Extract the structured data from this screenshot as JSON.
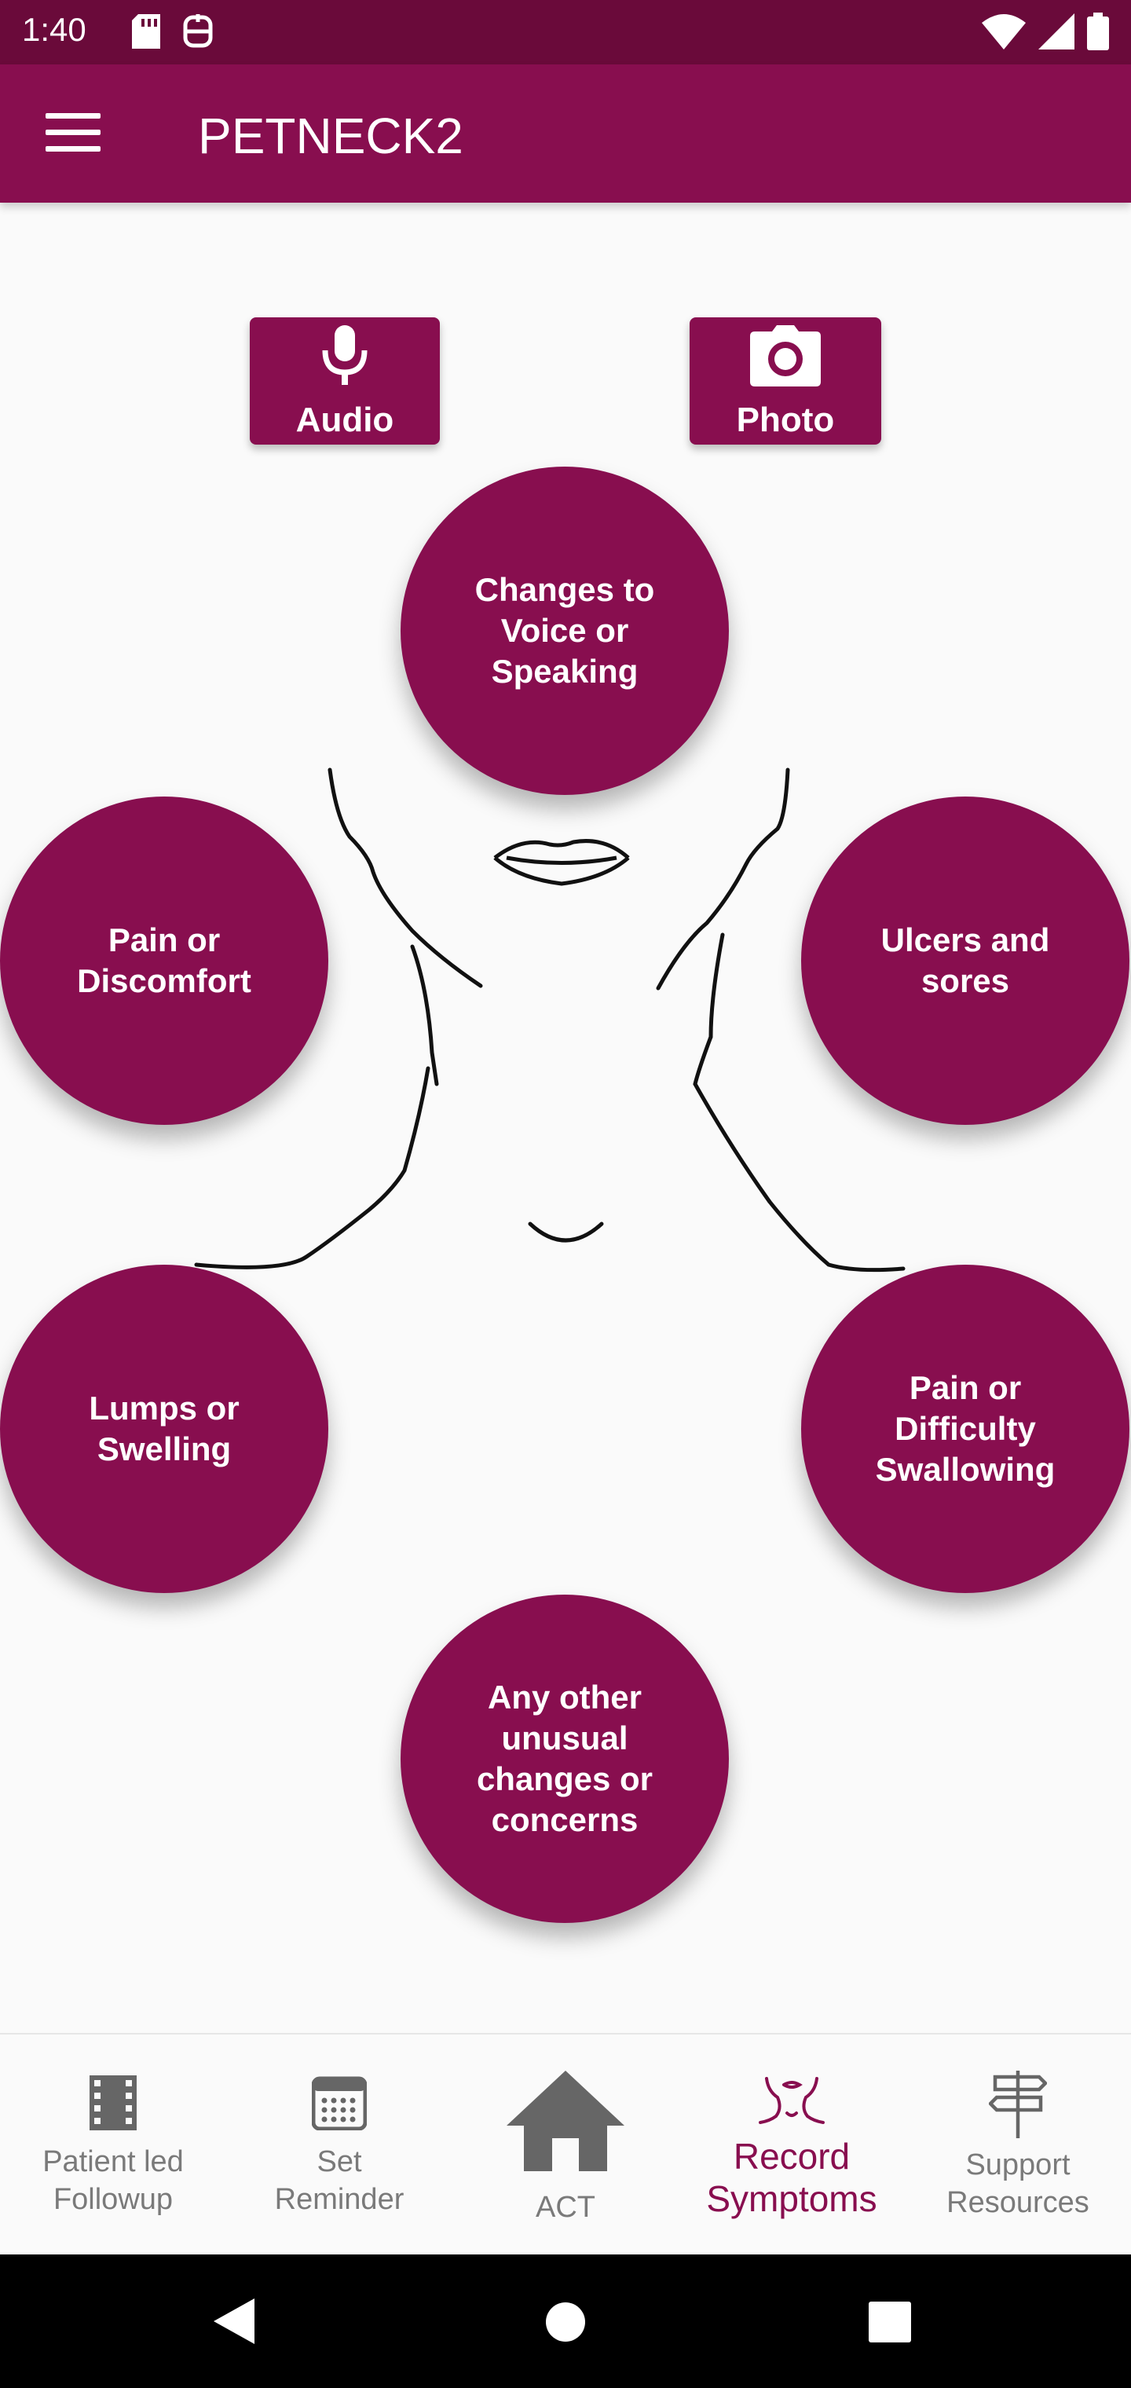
{
  "status_bar": {
    "time": "1:40",
    "left_icons": [
      "sd-card-icon",
      "accessibility-icon"
    ],
    "right_icons": [
      "wifi-icon",
      "signal-icon",
      "battery-icon"
    ]
  },
  "app_bar": {
    "menu_icon": "menu-icon",
    "title": "PETNECK2"
  },
  "media_buttons": {
    "audio": {
      "label": "Audio",
      "icon": "microphone-icon"
    },
    "photo": {
      "label": "Photo",
      "icon": "camera-icon"
    }
  },
  "symptoms": [
    {
      "label": "Changes to Voice or Speaking"
    },
    {
      "label": "Pain or Discomfort"
    },
    {
      "label": "Ulcers and sores"
    },
    {
      "label": "Lumps or Swelling"
    },
    {
      "label": "Pain or Difficulty Swallowing"
    },
    {
      "label": "Any other unusual changes or concerns"
    }
  ],
  "bottom_nav": [
    {
      "line1": "Patient led",
      "line2": "Followup",
      "icon": "film-icon",
      "active": false
    },
    {
      "line1": "Set",
      "line2": "Reminder",
      "icon": "calendar-icon",
      "active": false
    },
    {
      "line1": "ACT",
      "line2": "",
      "icon": "home-icon",
      "active": false
    },
    {
      "line1": "Record",
      "line2": "Symptoms",
      "icon": "neck-icon",
      "active": true
    },
    {
      "line1": "Support",
      "line2": "Resources",
      "icon": "signpost-icon",
      "active": false
    }
  ],
  "system_nav": [
    "back-icon",
    "home-circle-icon",
    "recents-icon"
  ],
  "colors": {
    "primary": "#880e4f",
    "status_bar": "#6a0a3a",
    "background": "#fafafa",
    "inactive_nav": "#7a7a7a"
  }
}
